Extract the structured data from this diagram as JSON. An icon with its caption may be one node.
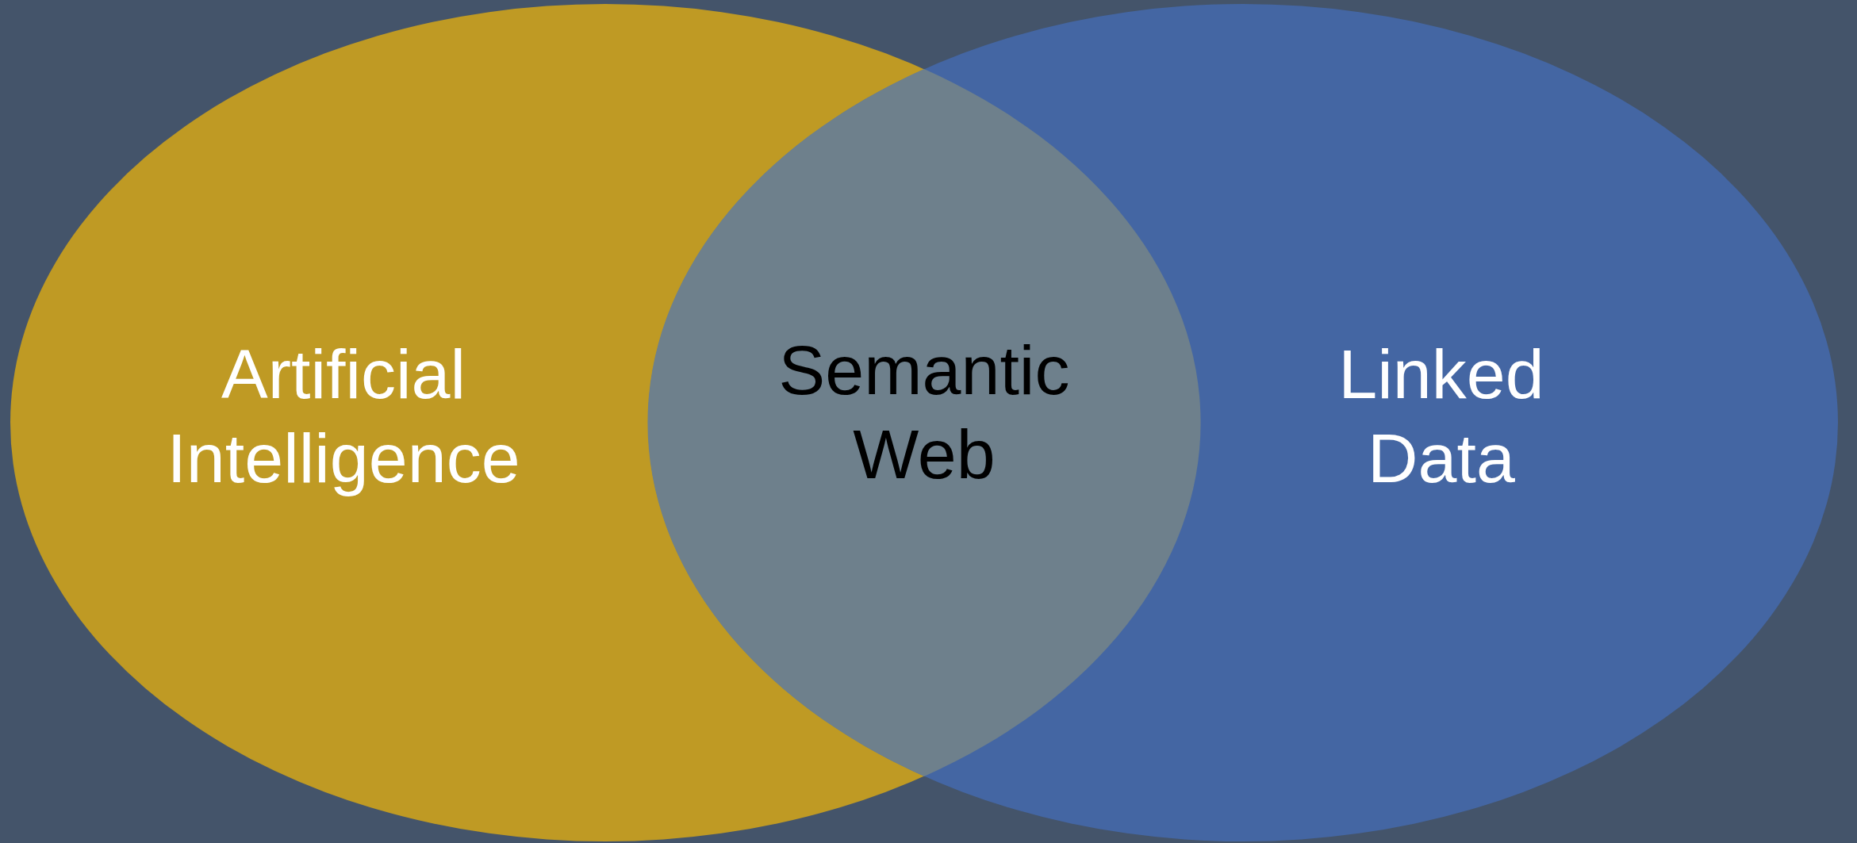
{
  "diagram": {
    "nodes": [
      {
        "text": [
          "Artificial Intelligence"
        ]
      },
      {
        "text": [
          "Linked Data"
        ]
      },
      {
        "text": [
          "Semantic Web"
        ]
      }
    ]
  }
}
